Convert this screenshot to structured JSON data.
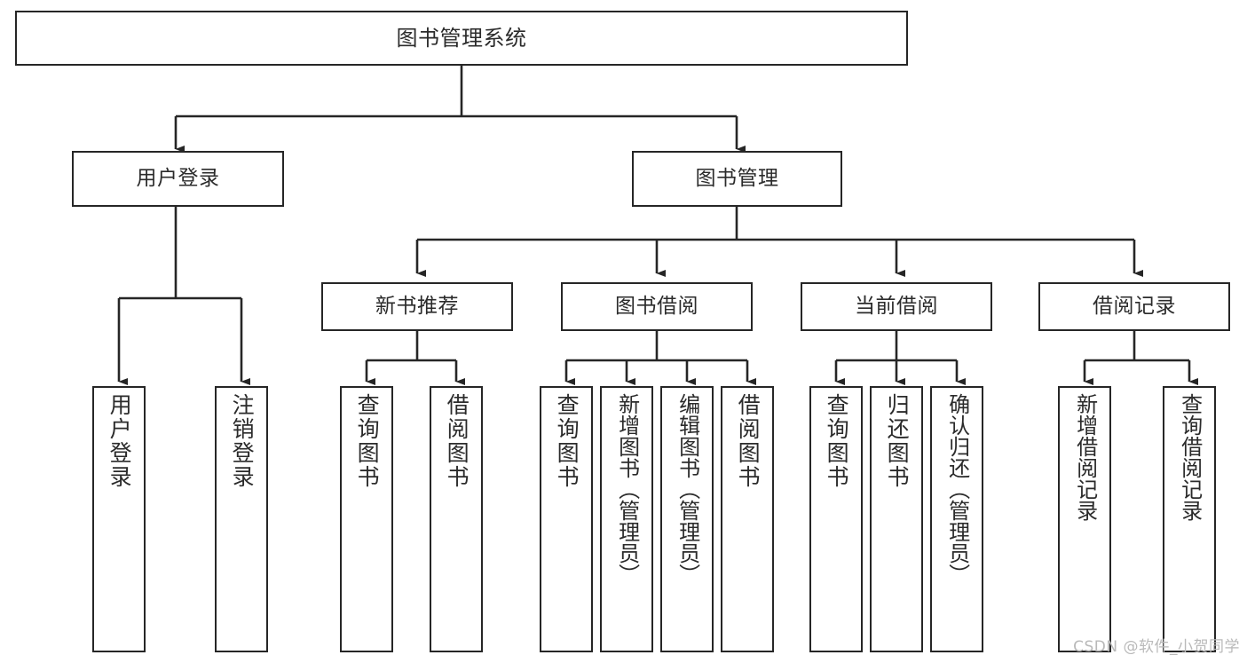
{
  "diagram": {
    "title": "图书管理系统",
    "type": "tree",
    "watermark": "CSDN @软件_小贺同学",
    "colors": {
      "stroke": "#262626",
      "fill": "#ffffff",
      "text": "#2b2b2b",
      "watermark": "#b9b9b9"
    },
    "nodes": {
      "root": {
        "label": "图书管理系统"
      },
      "level1": [
        {
          "id": "user-login",
          "label": "用户登录"
        },
        {
          "id": "book-manage",
          "label": "图书管理"
        }
      ],
      "level2": [
        {
          "id": "new-book-recommend",
          "label": "新书推荐"
        },
        {
          "id": "book-borrow",
          "label": "图书借阅"
        },
        {
          "id": "current-borrow",
          "label": "当前借阅"
        },
        {
          "id": "borrow-record",
          "label": "借阅记录"
        }
      ],
      "leaves": [
        {
          "id": "leaf-user-login",
          "label": "用户登录",
          "parent": "user-login"
        },
        {
          "id": "leaf-logout-login",
          "label": "注销登录",
          "parent": "user-login"
        },
        {
          "id": "leaf-query-book-1",
          "label": "查询图书",
          "parent": "new-book-recommend"
        },
        {
          "id": "leaf-borrow-book-1",
          "label": "借阅图书",
          "parent": "new-book-recommend"
        },
        {
          "id": "leaf-query-book-2",
          "label": "查询图书",
          "parent": "book-borrow"
        },
        {
          "id": "leaf-add-book",
          "label": "新增图书（管理员）",
          "parent": "book-borrow"
        },
        {
          "id": "leaf-edit-book",
          "label": "编辑图书（管理员）",
          "parent": "book-borrow"
        },
        {
          "id": "leaf-borrow-book-2",
          "label": "借阅图书",
          "parent": "book-borrow"
        },
        {
          "id": "leaf-query-book-3",
          "label": "查询图书",
          "parent": "current-borrow"
        },
        {
          "id": "leaf-return-book",
          "label": "归还图书",
          "parent": "current-borrow"
        },
        {
          "id": "leaf-confirm-return",
          "label": "确认归还（管理员）",
          "parent": "current-borrow"
        },
        {
          "id": "leaf-add-record",
          "label": "新增借阅记录",
          "parent": "borrow-record"
        },
        {
          "id": "leaf-query-record",
          "label": "查询借阅记录",
          "parent": "borrow-record"
        }
      ]
    }
  }
}
